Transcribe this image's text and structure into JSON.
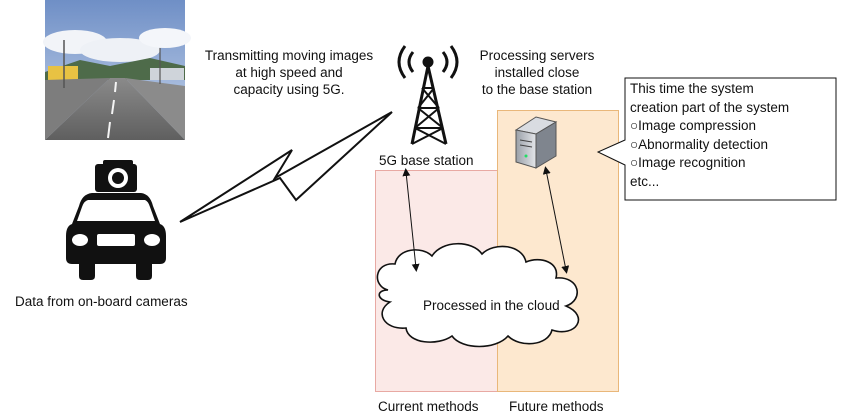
{
  "transmit_text": [
    "Transmitting moving images",
    "at high speed and",
    "capacity using 5G."
  ],
  "servers_text": [
    "Processing servers",
    "installed close",
    "to the base station"
  ],
  "base_station_label": "5G base station",
  "camera_label": "Data from on-board cameras",
  "cloud_label": "Processed in the cloud",
  "callout_lines": [
    "This time the system",
    "creation part of the system",
    "○Image compression",
    "○Abnormality detection",
    "○Image recognition",
    "etc..."
  ],
  "current_methods_label": "Current methods",
  "future_methods_label": "Future methods",
  "colors": {
    "current_fill": "#fbe9e7",
    "current_stroke": "#e8a9a3",
    "future_fill": "#fde8cf",
    "future_stroke": "#e9b77a"
  },
  "icons": [
    "road-photo",
    "car-with-camera-icon",
    "lightning-bolt-icon",
    "antenna-tower-icon",
    "server-icon",
    "cloud-icon"
  ]
}
